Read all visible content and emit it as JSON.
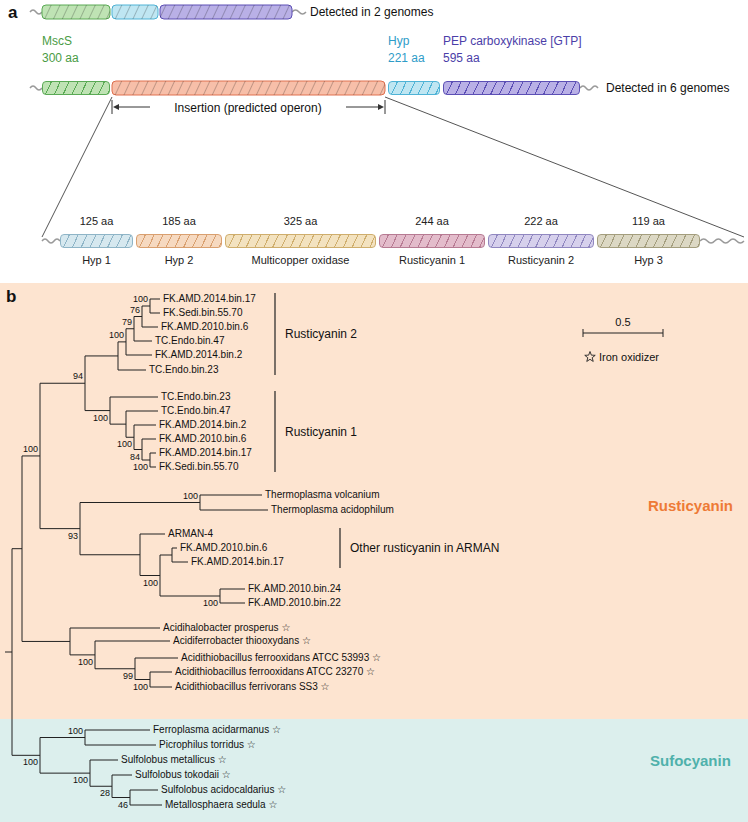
{
  "diagram": {
    "nodes": [
      {
        "text": [
          "MscS",
          "300 aa"
        ]
      },
      {
        "text": [
          "Hyp",
          "221 aa"
        ]
      },
      {
        "text": [
          "PEP carboxykinase [GTP]",
          "595 aa"
        ]
      },
      {
        "text": [
          "125 aa",
          "Hyp 1"
        ]
      },
      {
        "text": [
          "185 aa",
          "Hyp 2"
        ]
      },
      {
        "text": [
          "325 aa",
          "Multicopper oxidase"
        ]
      },
      {
        "text": [
          "244 aa",
          "Rusticyanin 1"
        ]
      },
      {
        "text": [
          "222 aa",
          "Rusticyanin 2"
        ]
      },
      {
        "text": [
          "119 aa",
          "Hyp 3"
        ]
      },
      {
        "text": [
          "Rusticyanin"
        ]
      },
      {
        "text": [
          "Sufocyanin"
        ]
      }
    ],
    "labels": [
      "a",
      "Detected in 2 genomes",
      "Detected in 6 genomes",
      "Insertion (predicted operon)",
      "b",
      "0.5",
      "FK.AMD.2014.bin.17",
      "FK.Sedi.bin.55.70",
      "FK.AMD.2010.bin.6",
      "TC.Endo.bin.47",
      "FK.AMD.2014.bin.2",
      "TC.Endo.bin.23",
      "Rusticyanin 2",
      "TC.Endo.bin.23",
      "TC.Endo.bin.47",
      "FK.AMD.2014.bin.2",
      "FK.AMD.2010.bin.6",
      "FK.AMD.2014.bin.17",
      "FK.Sedi.bin.55.70",
      "Rusticyanin 1",
      "Thermoplasma volcanium",
      "Thermoplasma acidophilum",
      "ARMAN-4",
      "FK.AMD.2010.bin.6",
      "FK.AMD.2014.bin.17",
      "FK.AMD.2010.bin.24",
      "FK.AMD.2010.bin.22",
      "Other rusticyanin in ARMAN",
      "Acidihalobacter prosperus ☆",
      "Acidiferrobacter thiooxydans ☆",
      "Acidithiobacillus ferrooxidans ATCC 53993 ☆",
      "Acidithiobacillus ferrooxidans ATCC 23270 ☆",
      "Acidithiobacillus ferrivorans SS3 ☆",
      "Ferroplasma acidarmanus ☆",
      "Picrophilus torridus ☆",
      "Sulfolobus metallicus ☆",
      "Sulfolobus tokodaii ☆",
      "Sulfolobus acidocaldarius ☆",
      "Metallosphaera sedula ☆",
      "100",
      "76",
      "79",
      "100",
      "94",
      "100",
      "100",
      "84",
      "100",
      "100",
      "100",
      "93",
      "100",
      "100",
      "100",
      "99",
      "100",
      "100",
      "100",
      "100",
      "28",
      "46"
    ],
    "legend": [
      {
        "text": "Iron oxidizer"
      }
    ]
  }
}
